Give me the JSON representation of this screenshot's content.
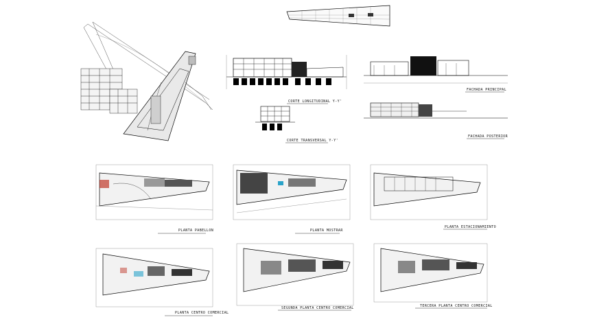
{
  "labels": {
    "corte_longitudinal": "CORTE LONGITUDINAL Y-Y'",
    "corte_transversal": "CORTE TRANSVERSAL Y-Y'",
    "fachada_principal": "FACHADA PRINCIPAL",
    "fachada_posterior": "FACHADA POSTERIOR",
    "planta_pabellon": "PLANTA PABELLON",
    "planta_mostrar": "PLANTA MOSTRAR",
    "planta_estacionamiento": "PLANTA ESTACIONAMIENTO",
    "planta_centro_comercial": "PLANTA CENTRO COMERCIAL",
    "segunda_planta": "SEGUNDA PLANTA CENTRO COMERCIAL",
    "tercera_planta": "TERCERA PLANTA CENTRO COMERCIAL"
  },
  "colors": {
    "line": "#000000",
    "background": "#ffffff",
    "accent_red": "#c0392b",
    "accent_cyan": "#2aa3c9"
  },
  "drawings": [
    {
      "id": "site-plan",
      "kind": "site-plan"
    },
    {
      "id": "roof-plan",
      "kind": "roof-plan"
    },
    {
      "id": "longitudinal-section",
      "kind": "section"
    },
    {
      "id": "transversal-section",
      "kind": "section"
    },
    {
      "id": "front-elevation",
      "kind": "elevation"
    },
    {
      "id": "rear-elevation",
      "kind": "elevation"
    },
    {
      "id": "floor-plan-1",
      "kind": "floor-plan"
    },
    {
      "id": "floor-plan-2",
      "kind": "floor-plan"
    },
    {
      "id": "floor-plan-3",
      "kind": "floor-plan"
    },
    {
      "id": "floor-plan-4",
      "kind": "floor-plan"
    },
    {
      "id": "floor-plan-5",
      "kind": "floor-plan"
    },
    {
      "id": "floor-plan-6",
      "kind": "floor-plan"
    }
  ]
}
